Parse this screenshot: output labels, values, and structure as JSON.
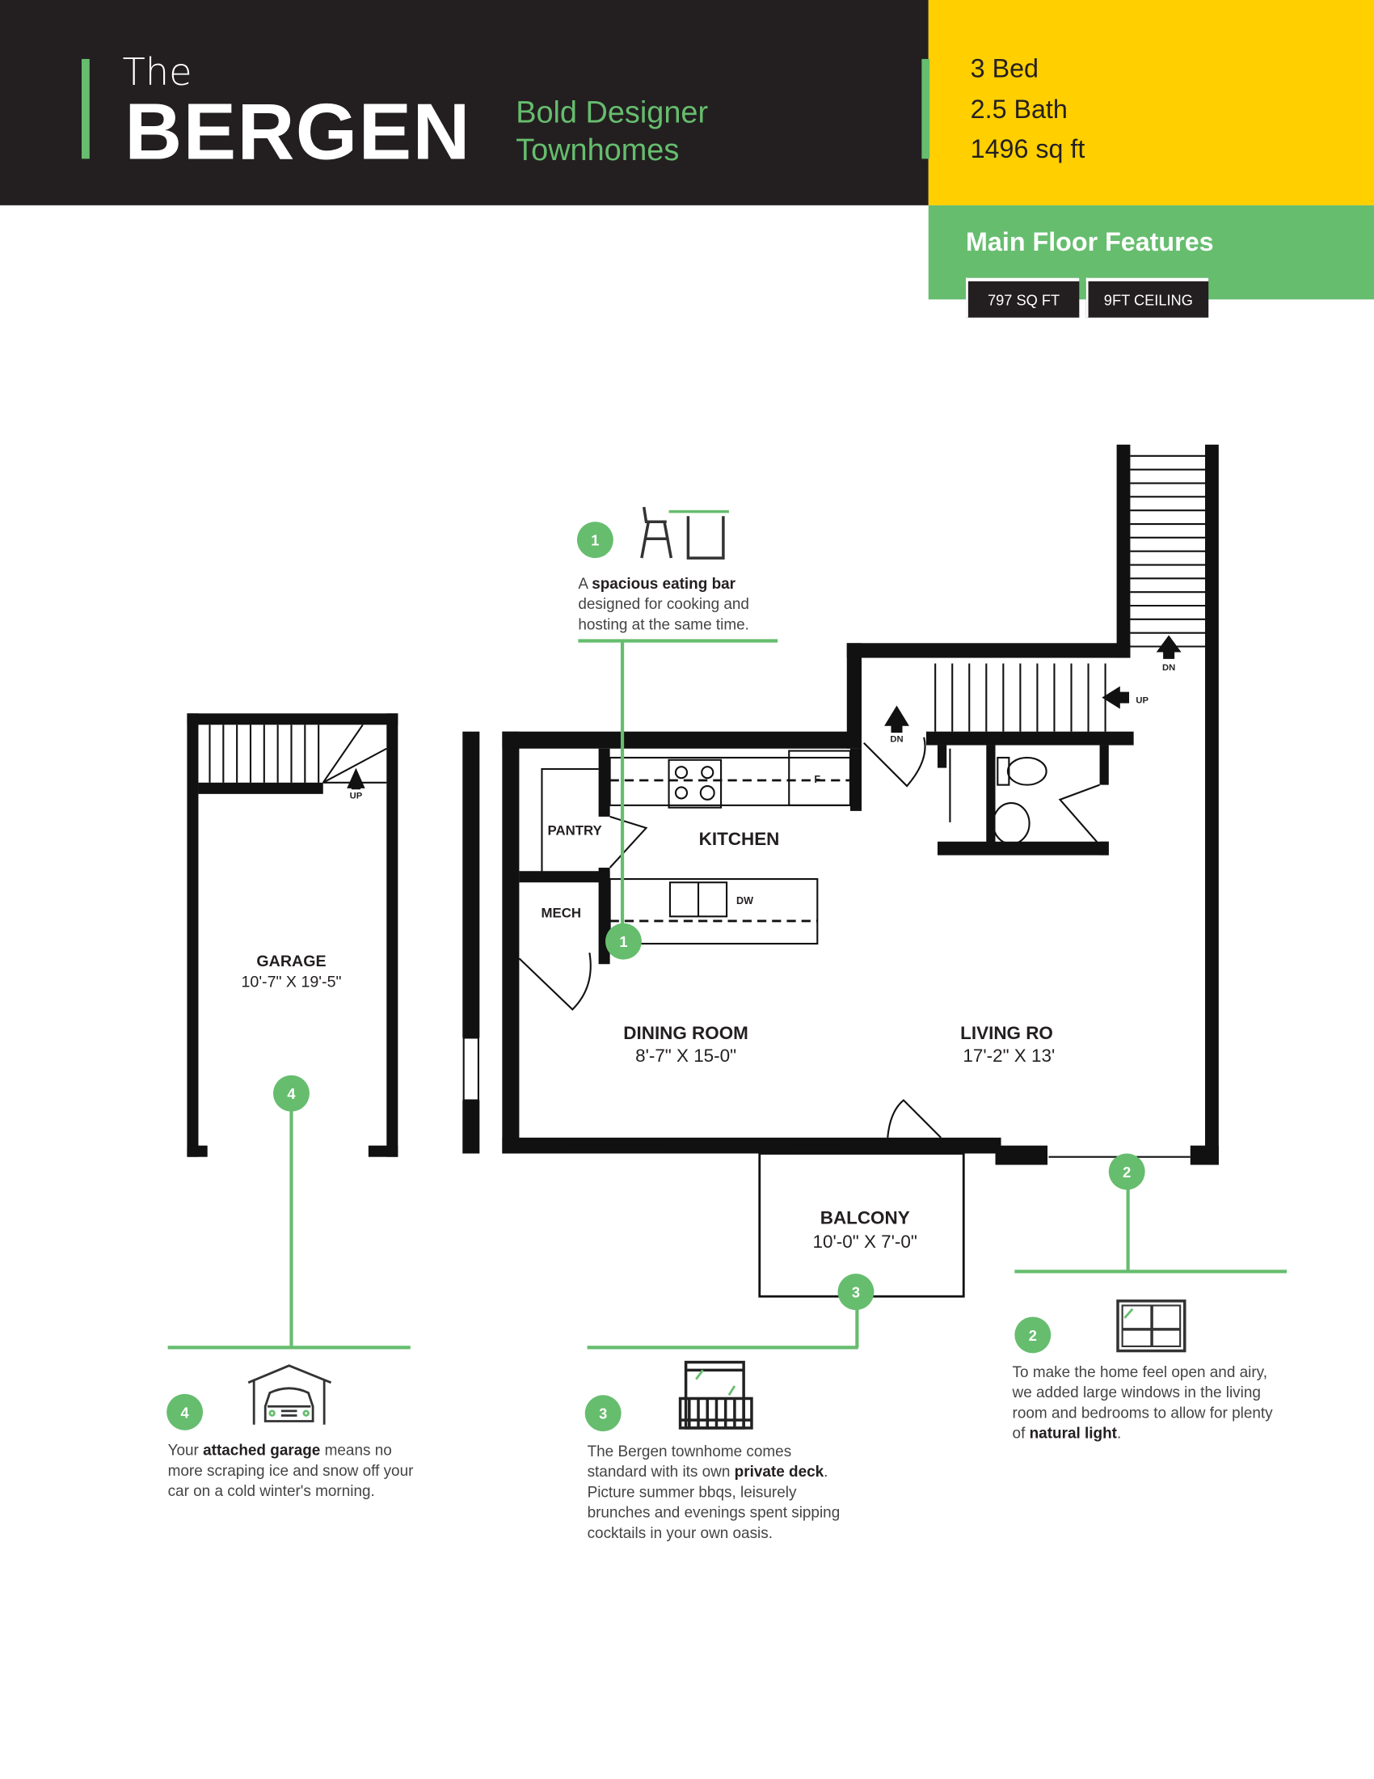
{
  "colors": {
    "dark": "#231f20",
    "yellow": "#ffcf00",
    "green": "#66bd6e"
  },
  "header": {
    "the": "The",
    "name": "BERGEN",
    "tagline_1": "Bold Designer",
    "tagline_2": "Townhomes"
  },
  "specs": {
    "beds": "3 Bed",
    "baths": "2.5 Bath",
    "area": "1496 sq ft"
  },
  "main_floor": {
    "title": "Main Floor Features",
    "chips": [
      "797  SQ FT",
      "9FT CEILING"
    ]
  },
  "plan": {
    "rooms": {
      "garage": {
        "name": "GARAGE",
        "dims": "10'-7\" X 19'-5\""
      },
      "pantry": "PANTRY",
      "kitchen": "KITCHEN",
      "mech": "MECH",
      "dining": {
        "name": "DINING ROOM",
        "dims": "8'-7\" X 15-0\""
      },
      "living": {
        "name": "LIVING RO",
        "dims": "17'-2\" X 13'"
      },
      "balcony": {
        "name": "BALCONY",
        "dims": "10'-0\" X 7'-0\""
      }
    },
    "labels": {
      "up": "UP",
      "dn": "DN",
      "fridge": "F",
      "dishwasher": "DW"
    }
  },
  "features": [
    {
      "number": "1",
      "icon": "bar-stool-counter-icon",
      "before": "A ",
      "bold": "spacious eating bar",
      "after": " designed for cooking and hosting at the same time."
    },
    {
      "number": "2",
      "icon": "window-icon",
      "before": "To make the home feel open and airy, we added large windows in the living room and bedrooms to allow for plenty of ",
      "bold": "natural light",
      "after": "."
    },
    {
      "number": "3",
      "icon": "balcony-deck-icon",
      "before": "The Bergen townhome comes standard with its own ",
      "bold": "private deck",
      "after": ". Picture summer bbqs, leisurely brunches and evenings spent sipping cocktails in your own oasis."
    },
    {
      "number": "4",
      "icon": "garage-car-icon",
      "before": "Your ",
      "bold": "attached garage",
      "after": " means no more scraping ice and snow off your car on a cold winter's morning."
    }
  ]
}
